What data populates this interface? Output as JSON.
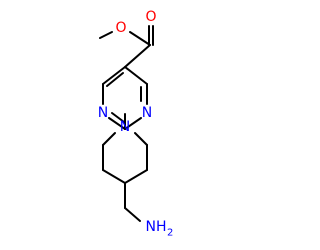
{
  "molecule": {
    "atoms": {
      "ester_o_single": {
        "symbol": "O",
        "color": "#ff0000"
      },
      "ester_o_double": {
        "symbol": "O",
        "color": "#ff0000"
      },
      "pyrimidine_n_left": {
        "symbol": "N",
        "color": "#0000ff"
      },
      "pyrimidine_n_right": {
        "symbol": "N",
        "color": "#0000ff"
      },
      "piperidine_n": {
        "symbol": "N",
        "color": "#0000ff"
      },
      "amine": {
        "symbol": "NH",
        "subscript": "2",
        "color": "#0000ff"
      }
    },
    "colors": {
      "bond": "#000000",
      "oxygen": "#ff0000",
      "nitrogen": "#0000ff",
      "background": "#ffffff"
    }
  }
}
